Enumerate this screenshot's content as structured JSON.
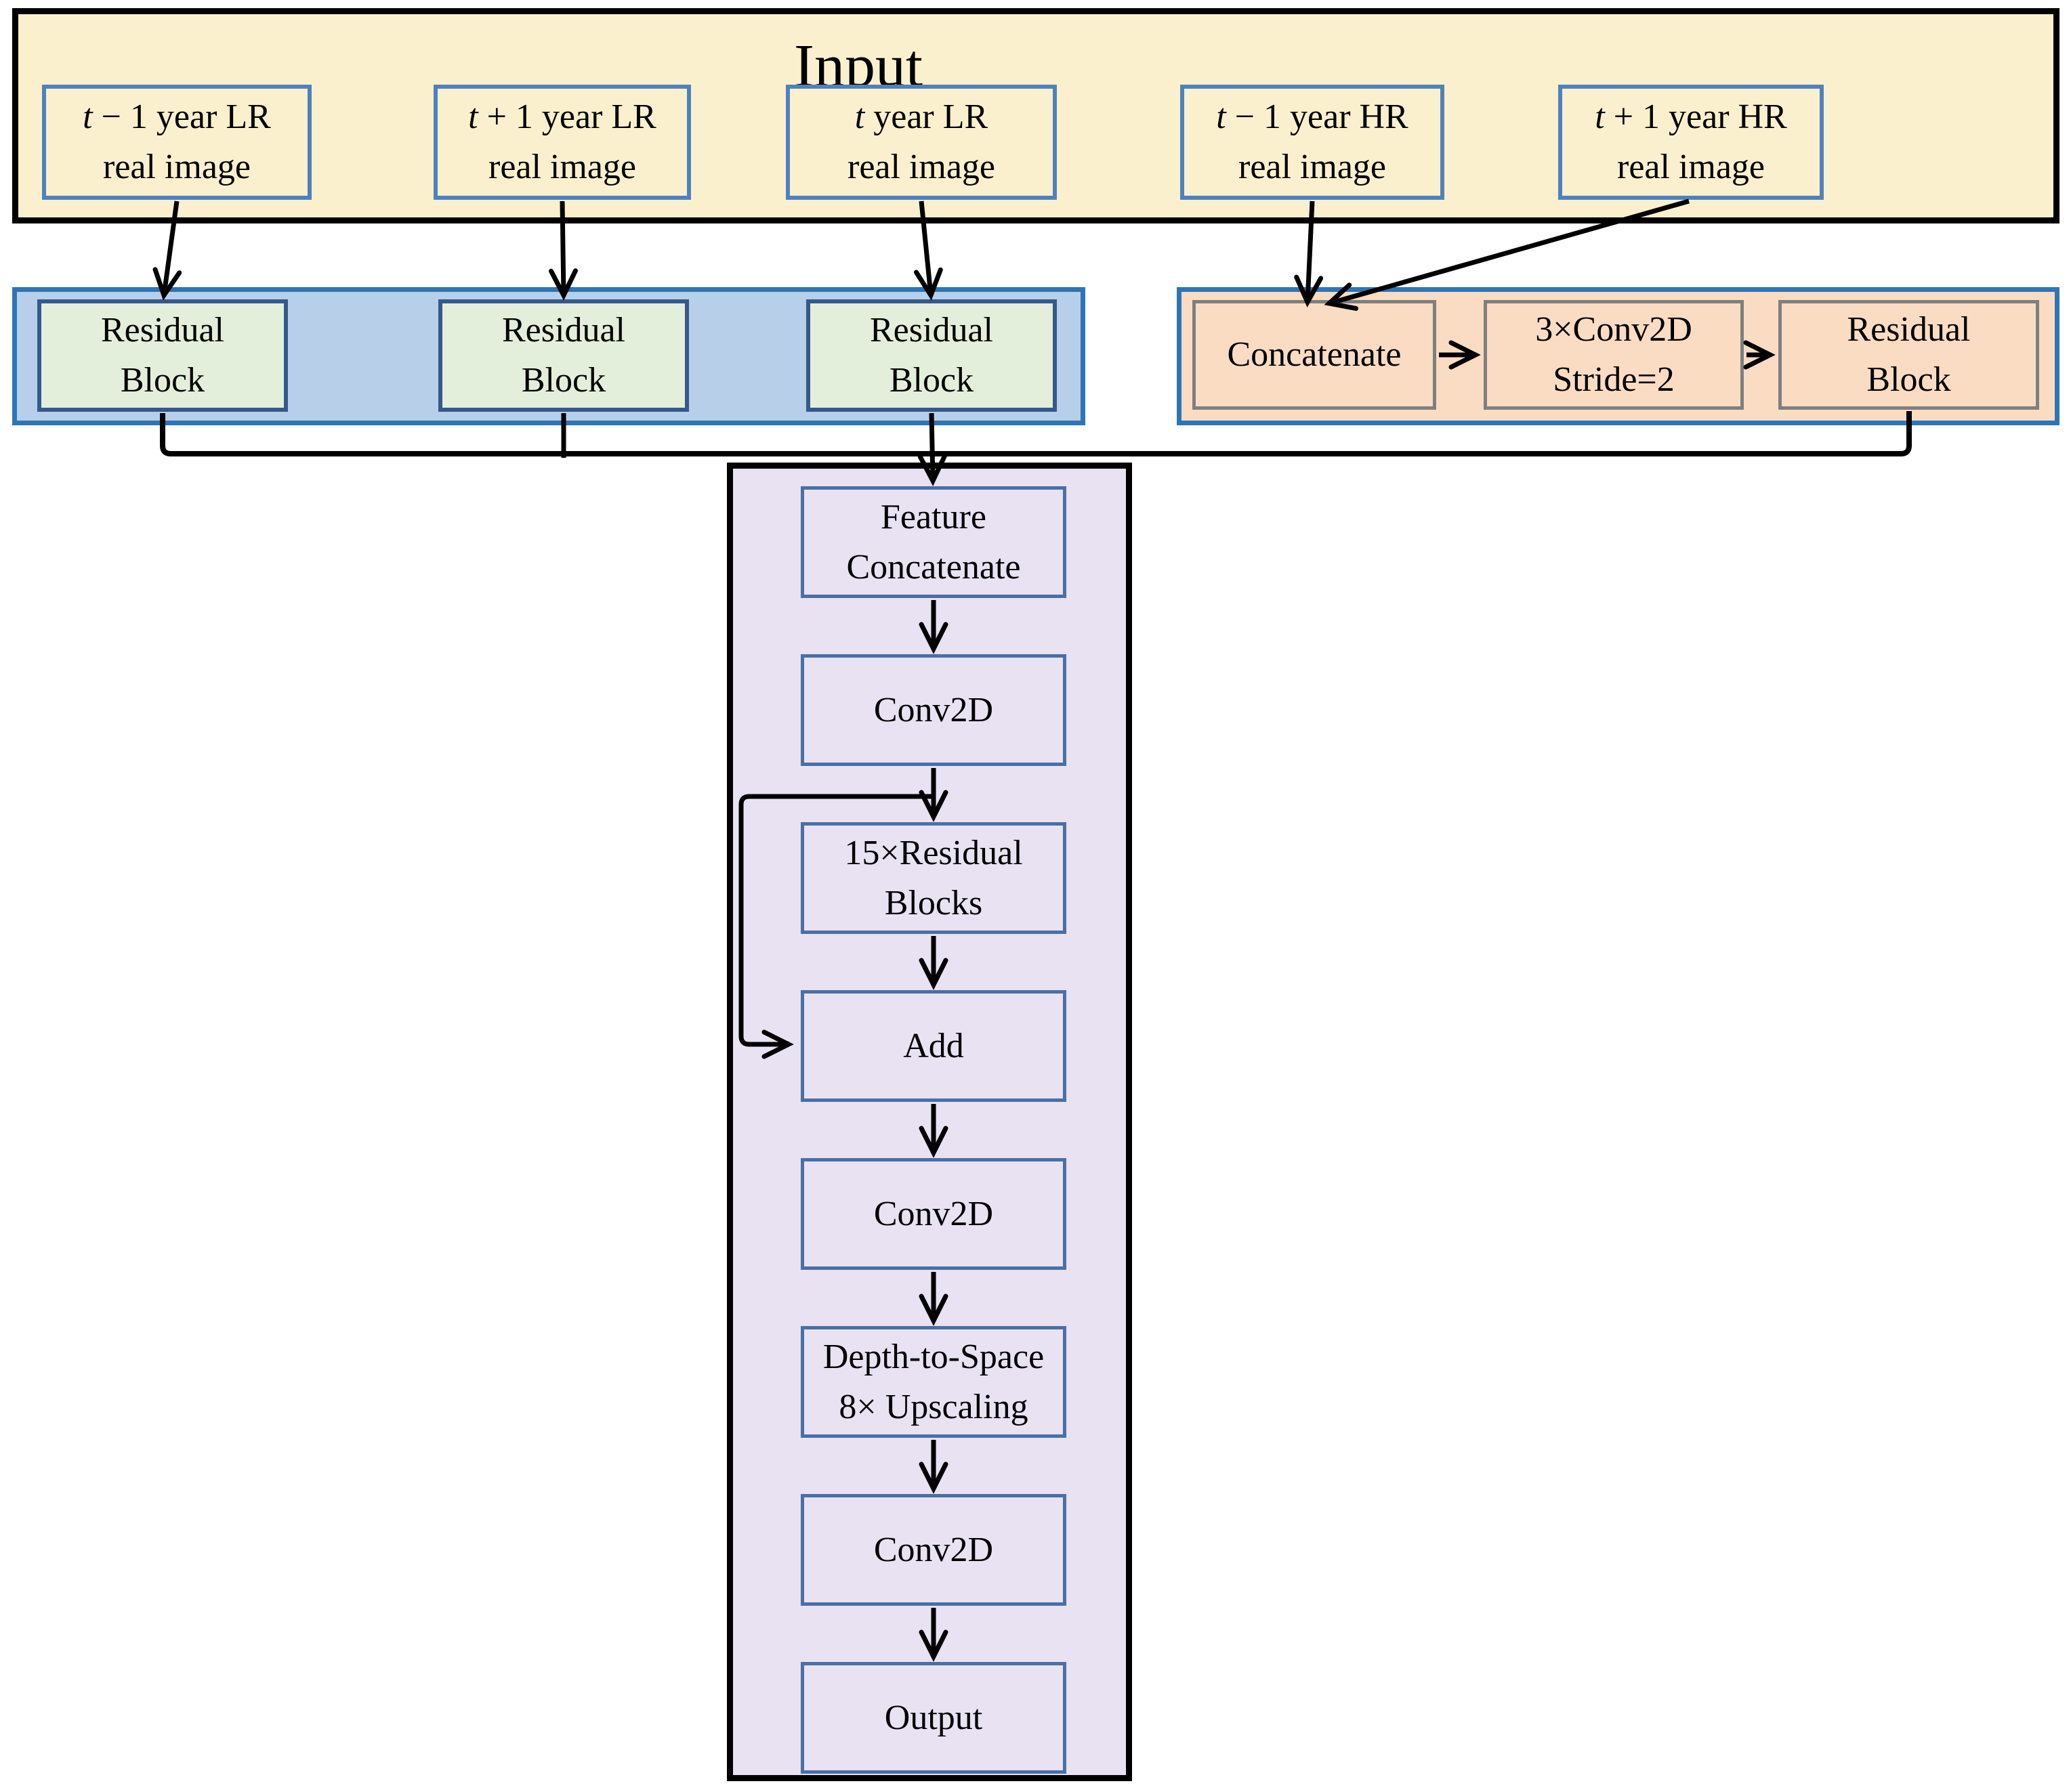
{
  "input": {
    "title": "Input",
    "boxes": [
      {
        "label": "t − 1 year LR\nreal image"
      },
      {
        "label": "t + 1 year LR\nreal image"
      },
      {
        "label": "t year LR\nreal image"
      },
      {
        "label": "t − 1 year HR\nreal image"
      },
      {
        "label": "t + 1 year HR\nreal image"
      }
    ]
  },
  "lr_branch": {
    "boxes": [
      {
        "label": "Residual\nBlock"
      },
      {
        "label": "Residual\nBlock"
      },
      {
        "label": "Residual\nBlock"
      }
    ]
  },
  "hr_branch": {
    "boxes": [
      {
        "label": "Concatenate"
      },
      {
        "label": "3×Conv2D\nStride=2"
      },
      {
        "label": "Residual\nBlock"
      }
    ]
  },
  "main_column": {
    "boxes": [
      {
        "label": "Feature\nConcatenate"
      },
      {
        "label": "Conv2D"
      },
      {
        "label": "15×Residual\nBlocks"
      },
      {
        "label": "Add"
      },
      {
        "label": "Conv2D"
      },
      {
        "label": "Depth-to-Space\n8× Upscaling"
      },
      {
        "label": "Conv2D"
      },
      {
        "label": "Output"
      }
    ]
  },
  "edges": [
    {
      "from": "t − 1 year LR real image",
      "to": "Residual Block (LR 1)"
    },
    {
      "from": "t + 1 year LR real image",
      "to": "Residual Block (LR 2)"
    },
    {
      "from": "t year LR real image",
      "to": "Residual Block (LR 3)"
    },
    {
      "from": "t − 1 year HR real image",
      "to": "Concatenate"
    },
    {
      "from": "t + 1 year HR real image",
      "to": "Concatenate"
    },
    {
      "from": "Concatenate",
      "to": "3×Conv2D Stride=2"
    },
    {
      "from": "3×Conv2D Stride=2",
      "to": "Residual Block (HR)"
    },
    {
      "from": "Residual Block (LR 1)",
      "to": "Feature Concatenate"
    },
    {
      "from": "Residual Block (LR 2)",
      "to": "Feature Concatenate"
    },
    {
      "from": "Residual Block (LR 3)",
      "to": "Feature Concatenate"
    },
    {
      "from": "Residual Block (HR)",
      "to": "Feature Concatenate"
    },
    {
      "from": "Feature Concatenate",
      "to": "Conv2D"
    },
    {
      "from": "Conv2D",
      "to": "15×Residual Blocks"
    },
    {
      "from": "15×Residual Blocks",
      "to": "Add"
    },
    {
      "from": "Conv2D (pre-residual)",
      "to": "Add (skip connection)"
    },
    {
      "from": "Add",
      "to": "Conv2D"
    },
    {
      "from": "Conv2D",
      "to": "Depth-to-Space 8× Upscaling"
    },
    {
      "from": "Depth-to-Space 8× Upscaling",
      "to": "Conv2D"
    },
    {
      "from": "Conv2D",
      "to": "Output"
    }
  ],
  "colors": {
    "input_band_fill": "#FBF0CE",
    "input_box_border": "#4F81BD",
    "lr_band_fill": "#B8CFE9",
    "band_border_blue": "#2E75B6",
    "lr_box_fill": "#E3EFDA",
    "lr_box_border": "#35598C",
    "hr_band_fill": "#FADCC3",
    "hr_box_border": "#7F7F7F",
    "main_fill": "#E8E2F3",
    "main_box_border": "#4A6FA5",
    "outer_border": "#000000",
    "line_color": "#000000"
  }
}
